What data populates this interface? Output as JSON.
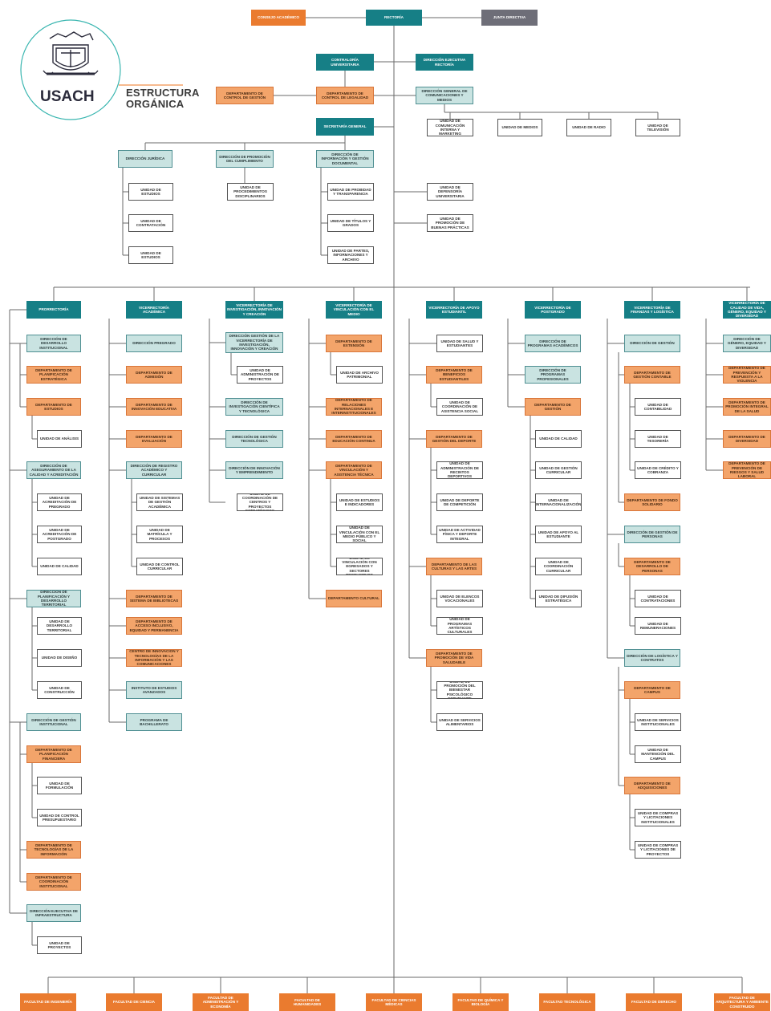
{
  "header": {
    "university": "USACH",
    "title_line1": "ESTRUCTURA",
    "title_line2": "ORGÁNICA"
  },
  "colors": {
    "teal": "#167f86",
    "light_teal": "#c9e3e1",
    "orange": "#f3a46a",
    "dark_orange": "#ea7b2f",
    "grey": "#6e6e78",
    "line": "#6a6a6a"
  },
  "boxes": [
    {
      "id": "consejo-academico",
      "label": "CONSEJO ACADÉMICO"
    },
    {
      "id": "rectoria",
      "label": "RECTORÍA"
    },
    {
      "id": "junta-directiva",
      "label": "JUNTA DIRECTIVA"
    },
    {
      "id": "contraloria",
      "label": "CONTRALORÍA UNIVERSITARIA"
    },
    {
      "id": "gabinete",
      "label": "DIRECCIÓN EJECUTIVA RECTORÍA"
    },
    {
      "id": "depto-control",
      "label": "DEPARTAMENTO DE CONTROL DE GESTIÓN"
    },
    {
      "id": "depto-legalidad",
      "label": "DEPARTAMENTO DE CONTROL DE LEGALIDAD"
    },
    {
      "id": "dir-comunicaciones",
      "label": "DIRECCIÓN GENERAL DE COMUNICACIONES Y MEDIOS"
    },
    {
      "id": "u-com-interna",
      "label": "UNIDAD DE COMUNICACIÓN INTERNA Y MARKETING"
    },
    {
      "id": "u-medios",
      "label": "UNIDAD DE MEDIOS"
    },
    {
      "id": "u-radio",
      "label": "UNIDAD DE RADIO"
    },
    {
      "id": "u-television",
      "label": "UNIDAD DE TELEVISIÓN"
    },
    {
      "id": "secretaria",
      "label": "SECRETARÍA GENERAL"
    },
    {
      "id": "dir-juridica",
      "label": "DIRECCIÓN JURÍDICA"
    },
    {
      "id": "dir-cumplimiento",
      "label": "DIRECCIÓN DE PROMOCIÓN DEL CUMPLIMIENTO"
    },
    {
      "id": "dir-informacion",
      "label": "DIRECCIÓN DE INFORMACIÓN Y GESTIÓN DOCUMENTAL"
    },
    {
      "id": "u-estudios-j",
      "label": "UNIDAD DE ESTUDIOS"
    },
    {
      "id": "u-contratacion",
      "label": "UNIDAD DE CONTRATACIÓN"
    },
    {
      "id": "u-sumarios",
      "label": "UNIDAD DE ESTUDIOS"
    },
    {
      "id": "u-procedimientos",
      "label": "UNIDAD DE PROCEDIMIENTOS DISCIPLINARIOS"
    },
    {
      "id": "u-probidad",
      "label": "UNIDAD DE PROBIDAD Y TRANSPARENCIA"
    },
    {
      "id": "u-titulos",
      "label": "UNIDAD DE TÍTULOS Y GRADOS"
    },
    {
      "id": "u-partes",
      "label": "UNIDAD DE PARTES, INFORMACIONES Y ARCHIVO"
    },
    {
      "id": "u-defensoria",
      "label": "UNIDAD DE DEFENSORÍA UNIVERSITARIA"
    },
    {
      "id": "u-buenas-practicas",
      "label": "UNIDAD DE PROMOCIÓN DE BUENAS PRÁCTICAS"
    },
    {
      "id": "prorrectoria",
      "label": "PRORRECTORÍA"
    },
    {
      "id": "pr-estudios",
      "label": "DIRECCIÓN DE DESARROLLO INSTITUCIONAL"
    },
    {
      "id": "pr-planificacion-est",
      "label": "DEPARTAMENTO DE PLANIFICACIÓN ESTRATÉGICA"
    },
    {
      "id": "pr-estudios-depto",
      "label": "DEPARTAMENTO DE ESTUDIOS"
    },
    {
      "id": "pr-u-analisis",
      "label": "UNIDAD DE ANÁLISIS"
    },
    {
      "id": "pr-dir-calidad",
      "label": "DIRECCIÓN DE ASEGURAMIENTO DE LA CALIDAD Y ACREDITACIÓN"
    },
    {
      "id": "pr-u-acred-pregrado",
      "label": "UNIDAD DE ACREDITACIÓN DE PREGRADO"
    },
    {
      "id": "pr-u-acred-postgrado",
      "label": "UNIDAD DE ACREDITACIÓN DE POSTGRADO"
    },
    {
      "id": "pr-u-calidad",
      "label": "UNIDAD DE CALIDAD"
    },
    {
      "id": "pr-dir-territorial",
      "label": "DIRECCIÓN DE PLANIFICACIÓN Y DESARROLLO TERRITORIAL"
    },
    {
      "id": "pr-u-des-territorial",
      "label": "UNIDAD DE DESARROLLO TERRITORIAL"
    },
    {
      "id": "pr-u-diseno",
      "label": "UNIDAD DE DISEÑO"
    },
    {
      "id": "pr-u-construccion",
      "label": "UNIDAD DE CONSTRUCCIÓN"
    },
    {
      "id": "pr-dir-gestion-inst",
      "label": "DIRECCIÓN DE GESTIÓN INSTITUCIONAL"
    },
    {
      "id": "pr-depto-financiera",
      "label": "DEPARTAMENTO DE PLANIFICACIÓN FINANCIERA"
    },
    {
      "id": "pr-u-formulacion",
      "label": "UNIDAD DE FORMULACIÓN"
    },
    {
      "id": "pr-u-control-presup",
      "label": "UNIDAD DE CONTROL PRESUPUESTARIO"
    },
    {
      "id": "pr-depto-ti",
      "label": "DEPARTAMENTO DE TECNOLOGÍAS DE LA INFORMACIÓN"
    },
    {
      "id": "pr-depto-coordinacion",
      "label": "DEPARTAMENTO DE COORDINACIÓN INSTITUCIONAL"
    },
    {
      "id": "pr-dir-infra",
      "label": "DIRECCIÓN EJECUTIVA DE INFRAESTRUCTURA"
    },
    {
      "id": "pr-u-proyectos",
      "label": "UNIDAD DE PROYECTOS"
    },
    {
      "id": "vr-academica",
      "label": "VICERRECTORÍA ACADÉMICA"
    },
    {
      "id": "va-pregrado",
      "label": "DIRECCIÓN PREGRADO"
    },
    {
      "id": "va-admision",
      "label": "DEPARTAMENTO DE ADMISIÓN"
    },
    {
      "id": "va-innovacion",
      "label": "DEPARTAMENTO DE INNOVACIÓN EDUCATIVA"
    },
    {
      "id": "va-evaluacion",
      "label": "DEPARTAMENTO DE EVALUACIÓN"
    },
    {
      "id": "va-registro",
      "label": "DIRECCIÓN DE REGISTRO ACADÉMICO Y CURRICULAR"
    },
    {
      "id": "va-u-sistemas",
      "label": "UNIDAD DE SISTEMAS DE GESTIÓN ACADÉMICA"
    },
    {
      "id": "va-u-matricula",
      "label": "UNIDAD DE MATRÍCULA Y PROCESOS"
    },
    {
      "id": "va-u-control",
      "label": "UNIDAD DE CONTROL CURRICULAR"
    },
    {
      "id": "va-bibliotecas",
      "label": "DEPARTAMENTO DE SISTEMA DE BIBLIOTECAS"
    },
    {
      "id": "va-acceso",
      "label": "DEPARTAMENTO DE ACCESO INCLUSIVO, EQUIDAD Y PERMANENCIA"
    },
    {
      "id": "va-centro",
      "label": "CENTRO DE INNOVACIÓN Y TECNOLOGÍAS DE LA INFORMACIÓN Y LAS COMUNICACIONES"
    },
    {
      "id": "va-instituto",
      "label": "INSTITUTO DE ESTUDIOS AVANZADOS"
    },
    {
      "id": "va-bachillerato",
      "label": "PROGRAMA DE BACHILLERATO"
    },
    {
      "id": "vr-investigacion",
      "label": "VICERRECTORÍA DE INVESTIGACIÓN, INNOVACIÓN Y CREACIÓN"
    },
    {
      "id": "vi-dir-gestion",
      "label": "DIRECCIÓN GESTIÓN DE LA VICERRECTORÍA DE INVESTIGACIÓN, INNOVACIÓN Y CREACIÓN"
    },
    {
      "id": "vi-u-admin",
      "label": "UNIDAD DE ADMINISTRACIÓN DE PROYECTOS"
    },
    {
      "id": "vi-dir-cientifica",
      "label": "DIRECCIÓN DE INVESTIGACIÓN CIENTÍFICA Y TECNOLÓGICA"
    },
    {
      "id": "vi-dir-tecnologica",
      "label": "DIRECCIÓN DE GESTIÓN TECNOLÓGICA"
    },
    {
      "id": "vi-dir-innovacion",
      "label": "DIRECCIÓN DE INNOVACIÓN Y EMPRENDIMIENTO"
    },
    {
      "id": "vi-u-centros",
      "label": "UNIDAD DE COORDINACIÓN DE CENTROS Y PROYECTOS ESTRATÉGICOS"
    },
    {
      "id": "vr-vinculacion",
      "label": "VICERRECTORÍA DE VINCULACIÓN CON EL MEDIO"
    },
    {
      "id": "vv-extension",
      "label": "DEPARTAMENTO DE EXTENSIÓN"
    },
    {
      "id": "vv-u-archivo",
      "label": "UNIDAD DE ARCHIVO PATRIMONIAL"
    },
    {
      "id": "vv-internacionales",
      "label": "DEPARTAMENTO DE RELACIONES INTERNACIONALES E INTERINSTITUCIONALES"
    },
    {
      "id": "vv-continua",
      "label": "DEPARTAMENTO DE EDUCACIÓN CONTINUA"
    },
    {
      "id": "vv-vinculacion",
      "label": "DEPARTAMENTO DE VINCULACIÓN Y ASISTENCIA TÉCNICA"
    },
    {
      "id": "vv-u-estudios",
      "label": "UNIDAD DE ESTUDIOS E INDICADORES"
    },
    {
      "id": "vv-u-vinculacion",
      "label": "UNIDAD DE VINCULACIÓN CON EL MEDIO PÚBLICO Y SOCIAL"
    },
    {
      "id": "vv-u-egresados",
      "label": "UNIDAD DE VINCULACIÓN CON EGRESADOS Y SECTORES PRODUCTIVOS"
    },
    {
      "id": "vv-cultural",
      "label": "DEPARTAMENTO CULTURAL"
    },
    {
      "id": "vr-apoyo",
      "label": "VICERRECTORÍA DE APOYO ESTUDIANTIL"
    },
    {
      "id": "ve-u-salud",
      "label": "UNIDAD DE SALUD Y ESTUDIANTES"
    },
    {
      "id": "ve-beneficios",
      "label": "DEPARTAMENTO DE BENEFICIOS ESTUDIANTILES"
    },
    {
      "id": "ve-u-asistencia",
      "label": "UNIDAD DE COORDINACIÓN DE ASISTENCIA SOCIAL"
    },
    {
      "id": "ve-deporte",
      "label": "DEPARTAMENTO DE GESTIÓN DEL DEPORTE"
    },
    {
      "id": "ve-u-recintos",
      "label": "UNIDAD DE ADMINISTRACIÓN DE RECINTOS DEPORTIVOS"
    },
    {
      "id": "ve-u-competicion",
      "label": "UNIDAD DE DEPORTE DE COMPETICIÓN"
    },
    {
      "id": "ve-u-actividad",
      "label": "UNIDAD DE ACTIVIDAD FÍSICA Y DEPORTE INTEGRAL"
    },
    {
      "id": "ve-culturas",
      "label": "DEPARTAMENTO DE LAS CULTURAS Y LAS ARTES"
    },
    {
      "id": "ve-u-elencos",
      "label": "UNIDAD DE ELENCOS VOCACIONALES"
    },
    {
      "id": "ve-u-programas",
      "label": "UNIDAD DE PROGRAMAS ARTÍSTICOS CULTURALES"
    },
    {
      "id": "ve-vida",
      "label": "DEPARTAMENTO DE PROMOCIÓN DE VIDA SALUDABLE"
    },
    {
      "id": "ve-u-bienestar",
      "label": "UNIDAD DE PROMOCIÓN DEL BIENESTAR PSICOLÓGICO ESTUDIANTE"
    },
    {
      "id": "ve-u-alimentarios",
      "label": "UNIDAD DE SERVICIOS ALIMENTARIOS"
    },
    {
      "id": "vr-postgrado",
      "label": "VICERRECTORÍA DE POSTGRADO"
    },
    {
      "id": "vp-academicos",
      "label": "DIRECCIÓN DE PROGRAMAS ACADÉMICOS"
    },
    {
      "id": "vp-profesionales",
      "label": "DIRECCIÓN DE PROGRAMAS PROFESIONALES"
    },
    {
      "id": "vp-gestion",
      "label": "DEPARTAMENTO DE GESTIÓN"
    },
    {
      "id": "vp-u-calidad",
      "label": "UNIDAD DE CALIDAD"
    },
    {
      "id": "vp-u-curricular",
      "label": "UNIDAD DE GESTIÓN CURRICULAR"
    },
    {
      "id": "vp-u-internacional",
      "label": "UNIDAD DE INTERNACIONALIZACIÓN"
    },
    {
      "id": "vp-u-apoyo",
      "label": "UNIDAD DE APOYO AL ESTUDIANTE"
    },
    {
      "id": "vp-u-coordinacion",
      "label": "UNIDAD DE COORDINACIÓN CURRICULAR"
    },
    {
      "id": "vp-u-difusion",
      "label": "UNIDAD DE DIFUSIÓN ESTRATÉGICA"
    },
    {
      "id": "vr-finanzas",
      "label": "VICERRECTORÍA DE FINANZAS Y LOGÍSTICA"
    },
    {
      "id": "vf-dir-gestion",
      "label": "DIRECCIÓN DE GESTIÓN"
    },
    {
      "id": "vf-contable",
      "label": "DEPARTAMENTO DE GESTIÓN CONTABLE"
    },
    {
      "id": "vf-u-contabilidad",
      "label": "UNIDAD DE CONTABILIDAD"
    },
    {
      "id": "vf-u-tesoreria",
      "label": "UNIDAD DE TESORERÍA"
    },
    {
      "id": "vf-u-credito",
      "label": "UNIDAD DE CRÉDITO Y COBRANZA"
    },
    {
      "id": "vf-solidario",
      "label": "DEPARTAMENTO DE FONDO SOLIDARIO"
    },
    {
      "id": "vf-dir-personas",
      "label": "DIRECCIÓN DE GESTIÓN DE PERSONAS"
    },
    {
      "id": "vf-desarrollo",
      "label": "DEPARTAMENTO DE DESARROLLO DE PERSONAS"
    },
    {
      "id": "vf-u-contrataciones",
      "label": "UNIDAD DE CONTRATACIONES"
    },
    {
      "id": "vf-u-remuneraciones",
      "label": "UNIDAD DE REMUNERACIONES"
    },
    {
      "id": "vf-dir-logistica",
      "label": "DIRECCIÓN DE LOGÍSTICA Y CONTRATOS"
    },
    {
      "id": "vf-campus",
      "label": "DEPARTAMENTO DE CAMPUS"
    },
    {
      "id": "vf-u-servicios",
      "label": "UNIDAD DE SERVICIOS INSTITUCIONALES"
    },
    {
      "id": "vf-u-mantencion",
      "label": "UNIDAD DE MANTENCIÓN DEL CAMPUS"
    },
    {
      "id": "vf-adquisiciones",
      "label": "DEPARTAMENTO DE ADQUISICIONES"
    },
    {
      "id": "vf-u-compras",
      "label": "UNIDAD DE COMPRAS Y LICITACIONES INSTITUCIONALES"
    },
    {
      "id": "vf-u-compras-proy",
      "label": "UNIDAD DE COMPRAS Y LICITACIONES DE PROYECTOS"
    },
    {
      "id": "vr-calidad-vida",
      "label": "VICERRECTORÍA DE CALIDAD DE VIDA, GÉNERO, EQUIDAD Y DIVERSIDAD"
    },
    {
      "id": "vc-genero",
      "label": "DIRECCIÓN DE GÉNERO, EQUIDAD Y DIVERSIDAD"
    },
    {
      "id": "vc-violencia",
      "label": "DEPARTAMENTO DE PREVENCIÓN Y RESPUESTA A LA VIOLENCIA"
    },
    {
      "id": "vc-salud",
      "label": "DEPARTAMENTO DE PROMOCIÓN INTEGRAL DE LA SALUD"
    },
    {
      "id": "vc-diversidad",
      "label": "DEPARTAMENTO DE DIVERSIDAD"
    },
    {
      "id": "vc-seguridad",
      "label": "DEPARTAMENTO DE PREVENCIÓN DE RIESGOS Y SALUD LABORAL"
    },
    {
      "id": "fac-ingenieria",
      "label": "FACULTAD DE INGENIERÍA"
    },
    {
      "id": "fac-ciencias",
      "label": "FACULTAD DE CIENCIA"
    },
    {
      "id": "fac-administracion",
      "label": "FACULTAD DE ADMINISTRACIÓN Y ECONOMÍA"
    },
    {
      "id": "fac-humanidades",
      "label": "FACULTAD DE HUMANIDADES"
    },
    {
      "id": "fac-medicas",
      "label": "FACULTAD DE CIENCIAS MÉDICAS"
    },
    {
      "id": "fac-quimica",
      "label": "FACULTAD DE QUÍMICA Y BIOLOGÍA"
    },
    {
      "id": "fac-tecnologica",
      "label": "FACULTAD TECNOLÓGICA"
    },
    {
      "id": "fac-derecho",
      "label": "FACULTAD DE DERECHO"
    },
    {
      "id": "fac-arquitectura",
      "label": "FACULTAD DE ARQUITECTURA Y AMBIENTE CONSTRUIDO"
    }
  ]
}
